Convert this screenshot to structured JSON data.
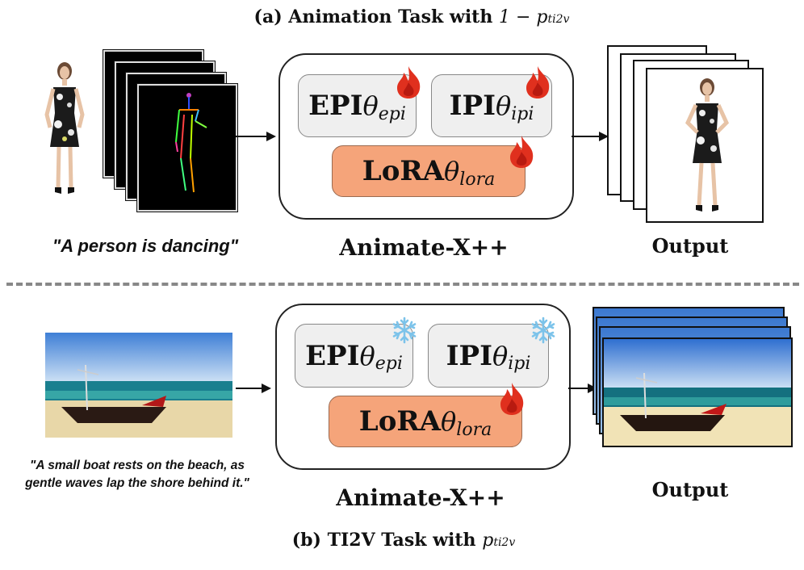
{
  "panel_a": {
    "title_prefix": "(a) Animation Task with",
    "title_formula": "1 − p",
    "title_subscript": "ti2v",
    "prompt": "\"A person is dancing\"",
    "module_label": "Animate-X++",
    "output_label": "Output",
    "blocks": {
      "epi_text": "EPI",
      "epi_theta": "θ",
      "epi_sub": "epi",
      "ipi_text": "IPI",
      "ipi_theta": "θ",
      "ipi_sub": "ipi",
      "lora_text": "LoRA",
      "lora_theta": "θ",
      "lora_sub": "lora"
    },
    "status": {
      "epi": "flame-icon",
      "ipi": "flame-icon",
      "lora": "flame-icon"
    }
  },
  "panel_b": {
    "title_prefix": "(b) TI2V Task with",
    "title_formula": "p",
    "title_subscript": "ti2v",
    "prompt_line1": "\"A small boat rests on the beach, as",
    "prompt_line2": "gentle waves lap the shore behind it.\"",
    "module_label": "Animate-X++",
    "output_label": "Output",
    "blocks": {
      "epi_text": "EPI",
      "epi_theta": "θ",
      "epi_sub": "epi",
      "ipi_text": "IPI",
      "ipi_theta": "θ",
      "ipi_sub": "ipi",
      "lora_text": "LoRA",
      "lora_theta": "θ",
      "lora_sub": "lora"
    },
    "status": {
      "epi": "snowflake-icon",
      "ipi": "snowflake-icon",
      "lora": "flame-icon"
    }
  },
  "colors": {
    "lora_fill": "#f5a47a",
    "block_fill": "#efefef",
    "flame": "#e0301e",
    "snowflake": "#7cc3ea",
    "divider": "#888888"
  }
}
